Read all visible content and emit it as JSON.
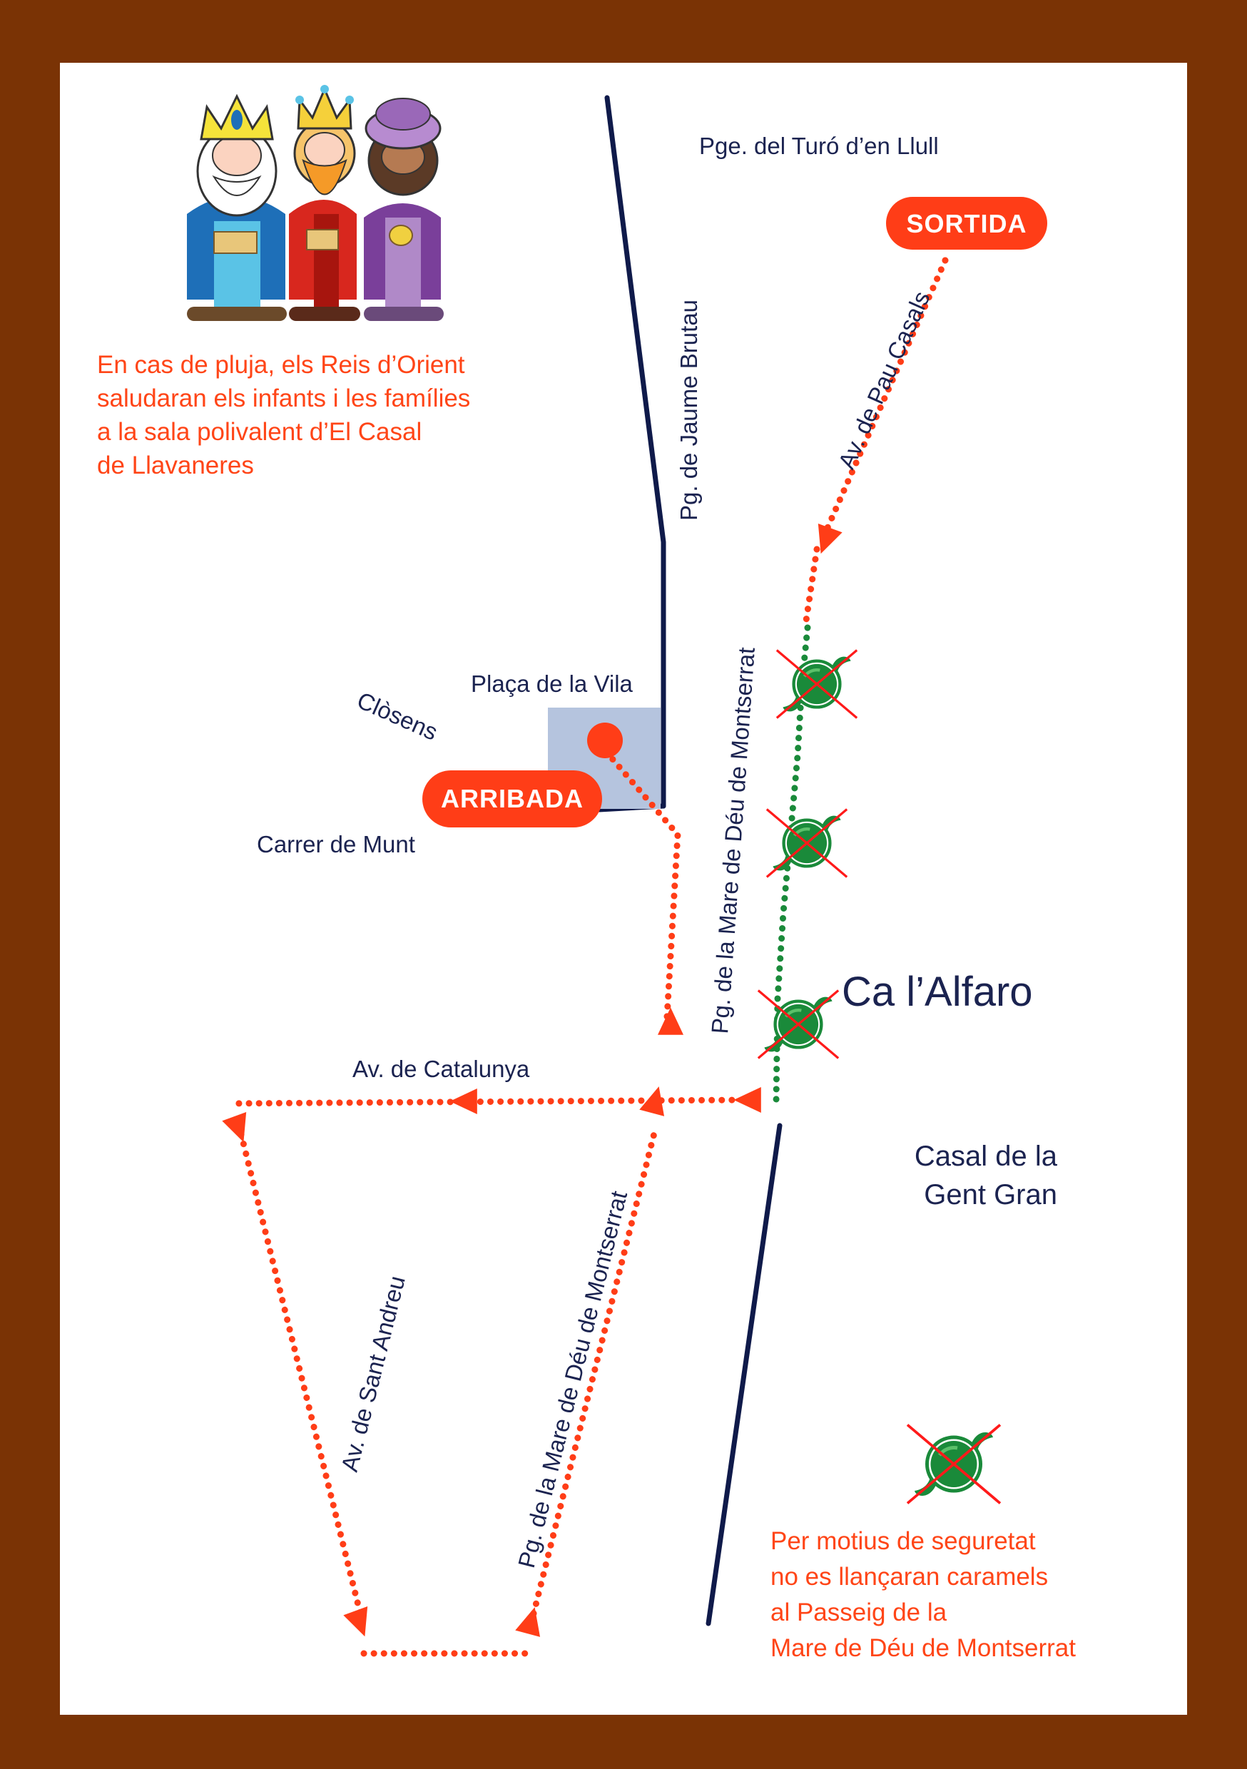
{
  "colors": {
    "frame": "#7a3305",
    "paper": "#ffffff",
    "street_line": "#0f1a4a",
    "route_red": "#ff3d17",
    "route_green": "#1a8a3a",
    "plaza_fill": "#b5c4de",
    "text_dark": "#1b2350",
    "text_red": "#ff4517"
  },
  "badges": {
    "start": "SORTIDA",
    "end": "ARRIBADA"
  },
  "streets": {
    "turo": "Pge. del Turó d’en Llull",
    "jaume_brutau": "Pg.  de Jaume Brutau",
    "pau_casals": "Av. de Pau Casals",
    "montserrat_upper": "Pg. de la Mare de Déu de Montserrat",
    "montserrat_lower": "Pg. de la Mare de Déu de Montserrat",
    "placa_vila": "Plaça de la Vila",
    "closens": "Clòsens",
    "carrer_munt": "Carrer de Munt",
    "catalunya": "Av. de Catalunya",
    "sant_andreu": "Av. de Sant Andreu"
  },
  "districts": {
    "ca_lalfaro": "Ca l’Alfaro",
    "casal_gent_gran": [
      "Casal de la",
      "Gent Gran"
    ]
  },
  "rain_note": [
    "En cas de pluja, els Reis d’Orient",
    "saludaran els infants i les famílies",
    "a la sala polivalent d’El Casal",
    "de Llavaneres"
  ],
  "candy_note": [
    "Per motius de seguretat",
    "no es llançaran caramels",
    "al Passeig de la",
    "Mare de Déu de Montserrat"
  ],
  "icons": {
    "kings": "three-kings-illustration",
    "no_candy": "no-candy-icon",
    "arrival": "arrival-point-icon",
    "arrow": "route-arrow-icon"
  }
}
